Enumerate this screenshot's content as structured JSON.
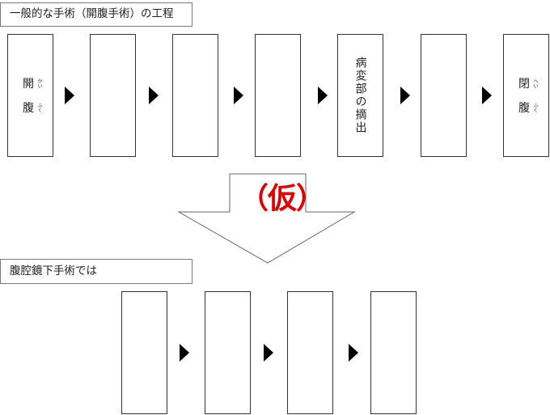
{
  "top_section": {
    "title": "一般的な手術（開腹手術）の工程",
    "steps": [
      {
        "text": "開腹",
        "chars": [
          {
            "kanji": "開",
            "ruby": "かい"
          },
          {
            "kanji": "腹",
            "ruby": "ふく"
          }
        ]
      },
      {
        "text": ""
      },
      {
        "text": ""
      },
      {
        "text": ""
      },
      {
        "text": "病変部の摘出"
      },
      {
        "text": ""
      },
      {
        "text": "閉腹",
        "chars": [
          {
            "kanji": "閉",
            "ruby": "へい"
          },
          {
            "kanji": "腹",
            "ruby": "ふく"
          }
        ]
      }
    ]
  },
  "transition": {
    "label": "（仮）",
    "label_color": "#e00000"
  },
  "bottom_section": {
    "title": "腹腔鏡下手術では",
    "steps": [
      {
        "text": ""
      },
      {
        "text": ""
      },
      {
        "text": ""
      },
      {
        "text": ""
      }
    ]
  },
  "icons": {
    "step_arrow": "right-triangle-icon",
    "transition_arrow": "down-block-arrow-icon"
  }
}
